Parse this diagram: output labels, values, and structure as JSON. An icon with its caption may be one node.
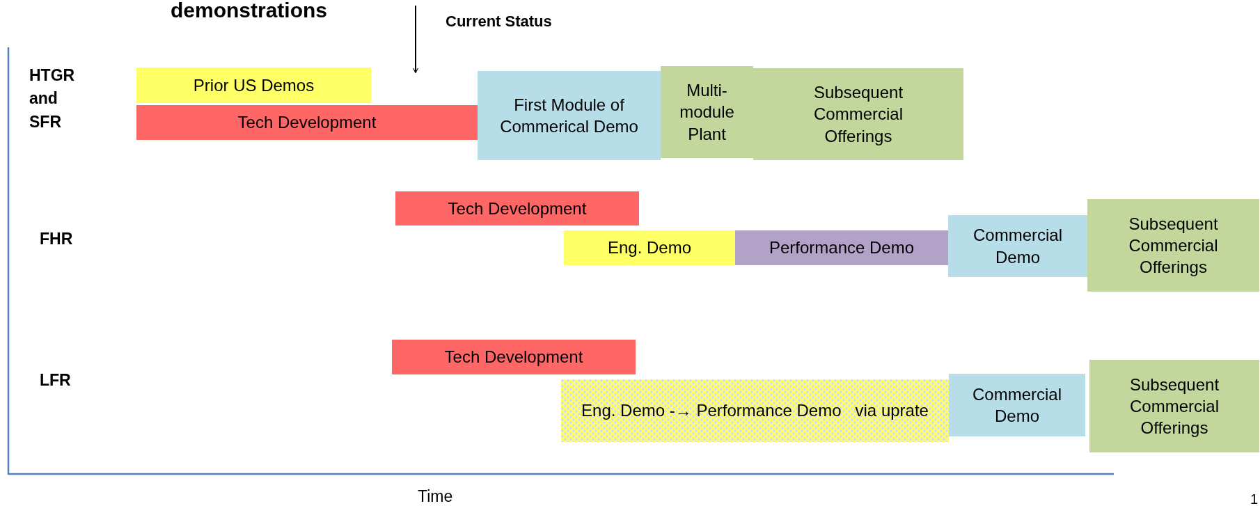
{
  "diagram": {
    "title": "demonstrations",
    "nodes": [
      {
        "text": [
          "Prior US Demos"
        ]
      },
      {
        "text": [
          "Tech Development"
        ]
      },
      {
        "text": [
          "First Module of Commerical Demo"
        ]
      },
      {
        "text": [
          "Multi-module Plant"
        ]
      },
      {
        "text": [
          "Subsequent Commercial Offerings"
        ]
      },
      {
        "text": [
          "Tech Development"
        ]
      },
      {
        "text": [
          "Eng. Demo"
        ]
      },
      {
        "text": [
          "Performance Demo"
        ]
      },
      {
        "text": [
          "Commercial Demo"
        ]
      },
      {
        "text": [
          "Subsequent Commercial Offerings"
        ]
      },
      {
        "text": [
          "Tech Development"
        ]
      },
      {
        "text": [
          "Eng. Demo -→ Performance Demo   via uprate"
        ]
      },
      {
        "text": [
          "Commercial Demo"
        ]
      },
      {
        "text": [
          "Subsequent Commercial Offerings"
        ]
      }
    ],
    "labels": [
      "Current Status",
      "HTGR and SFR",
      "FHR",
      "LFR",
      "Time",
      "1"
    ]
  }
}
